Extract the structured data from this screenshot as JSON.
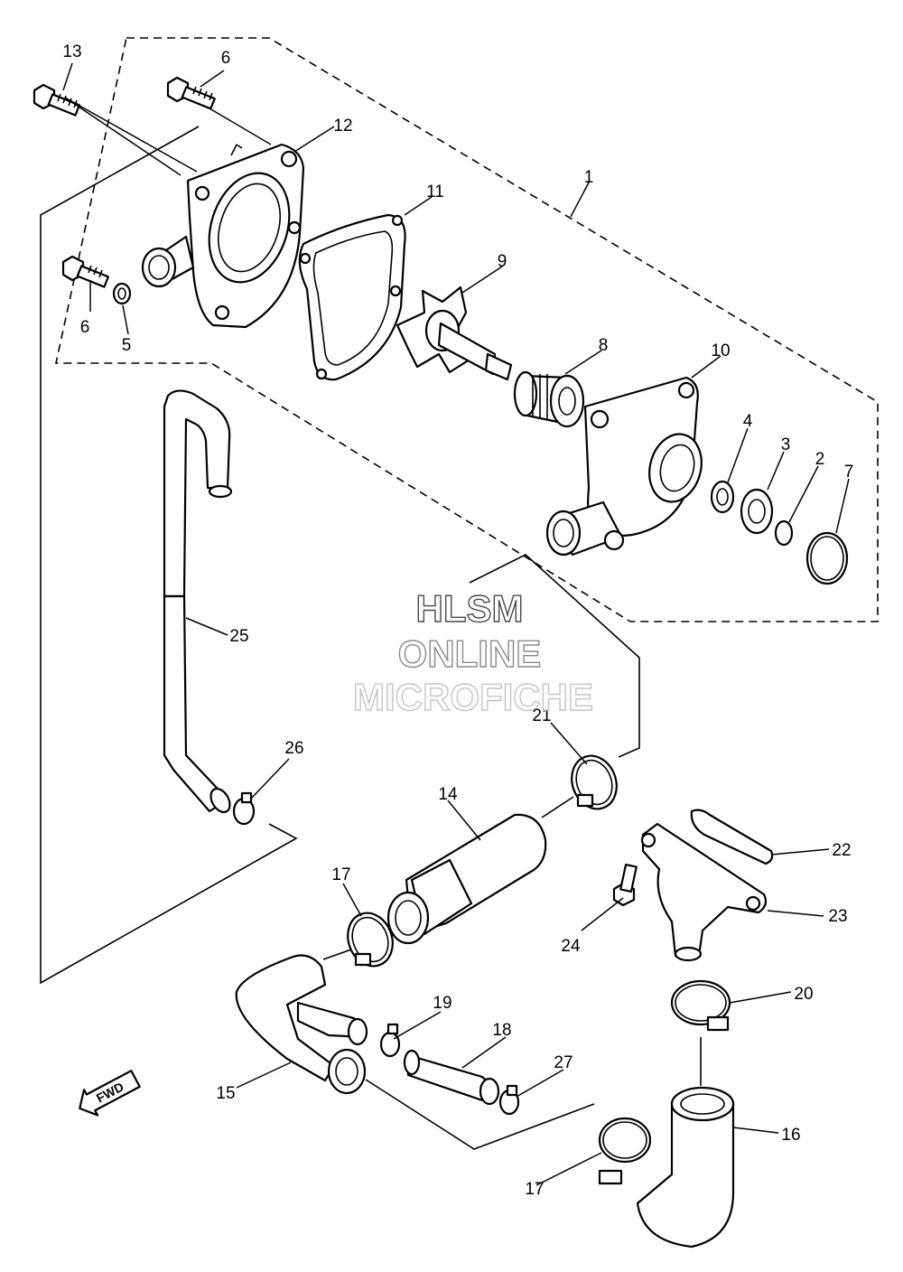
{
  "watermark": {
    "line1": "HLSM",
    "line2": "ONLINE",
    "line3": "MICROFICHE",
    "colors": [
      "#4a4a4a",
      "#8a8a8a",
      "#c4c4c4"
    ]
  },
  "direction_badge": {
    "label": "FWD",
    "icon": "arrow-left-icon"
  },
  "callouts": [
    {
      "id": "c13",
      "label": "13"
    },
    {
      "id": "c6a",
      "label": "6"
    },
    {
      "id": "c12",
      "label": "12"
    },
    {
      "id": "c11",
      "label": "11"
    },
    {
      "id": "c1",
      "label": "1"
    },
    {
      "id": "c9",
      "label": "9"
    },
    {
      "id": "c6b",
      "label": "6"
    },
    {
      "id": "c5",
      "label": "5"
    },
    {
      "id": "c8",
      "label": "8"
    },
    {
      "id": "c10",
      "label": "10"
    },
    {
      "id": "c4",
      "label": "4"
    },
    {
      "id": "c3",
      "label": "3"
    },
    {
      "id": "c2",
      "label": "2"
    },
    {
      "id": "c7",
      "label": "7"
    },
    {
      "id": "c25",
      "label": "25"
    },
    {
      "id": "c21",
      "label": "21"
    },
    {
      "id": "c26",
      "label": "26"
    },
    {
      "id": "c14",
      "label": "14"
    },
    {
      "id": "c22",
      "label": "22"
    },
    {
      "id": "c17a",
      "label": "17"
    },
    {
      "id": "c23",
      "label": "23"
    },
    {
      "id": "c24",
      "label": "24"
    },
    {
      "id": "c20",
      "label": "20"
    },
    {
      "id": "c19",
      "label": "19"
    },
    {
      "id": "c18",
      "label": "18"
    },
    {
      "id": "c27",
      "label": "27"
    },
    {
      "id": "c15",
      "label": "15"
    },
    {
      "id": "c16",
      "label": "16"
    },
    {
      "id": "c17b",
      "label": "17"
    }
  ]
}
